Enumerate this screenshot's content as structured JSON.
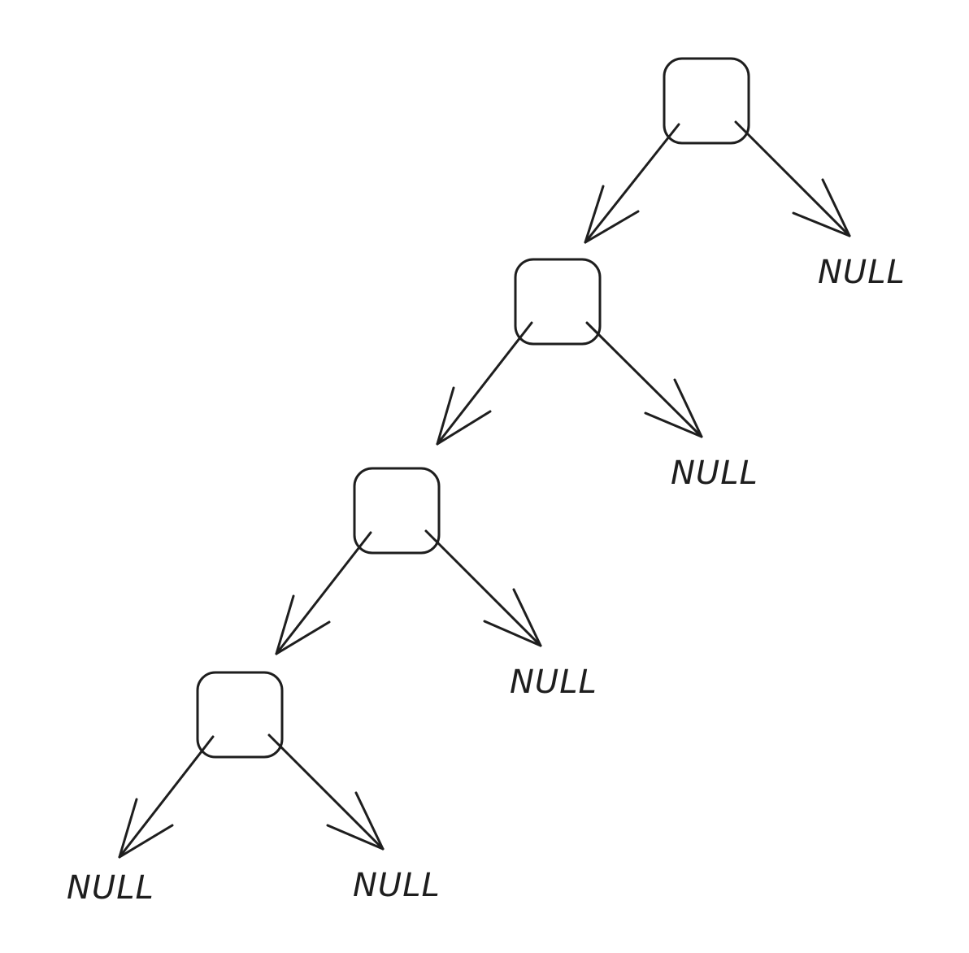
{
  "colors": {
    "background": "#ffffff",
    "ink": "#1e1e1e"
  },
  "diagram": {
    "nodes": [
      {
        "id": "n1",
        "label": ""
      },
      {
        "id": "n2",
        "label": ""
      },
      {
        "id": "n3",
        "label": ""
      },
      {
        "id": "n4",
        "label": ""
      }
    ],
    "null_labels": [
      {
        "text": "NULL"
      },
      {
        "text": "NULL"
      },
      {
        "text": "NULL"
      },
      {
        "text": "NULL"
      },
      {
        "text": "NULL"
      }
    ],
    "edges": [
      {
        "from": "n1",
        "to": "n2"
      },
      {
        "from": "n1",
        "to": "null-1"
      },
      {
        "from": "n2",
        "to": "n3"
      },
      {
        "from": "n2",
        "to": "null-2"
      },
      {
        "from": "n3",
        "to": "n4"
      },
      {
        "from": "n3",
        "to": "null-3"
      },
      {
        "from": "n4",
        "to": "null-4"
      },
      {
        "from": "n4",
        "to": "null-5"
      }
    ]
  }
}
